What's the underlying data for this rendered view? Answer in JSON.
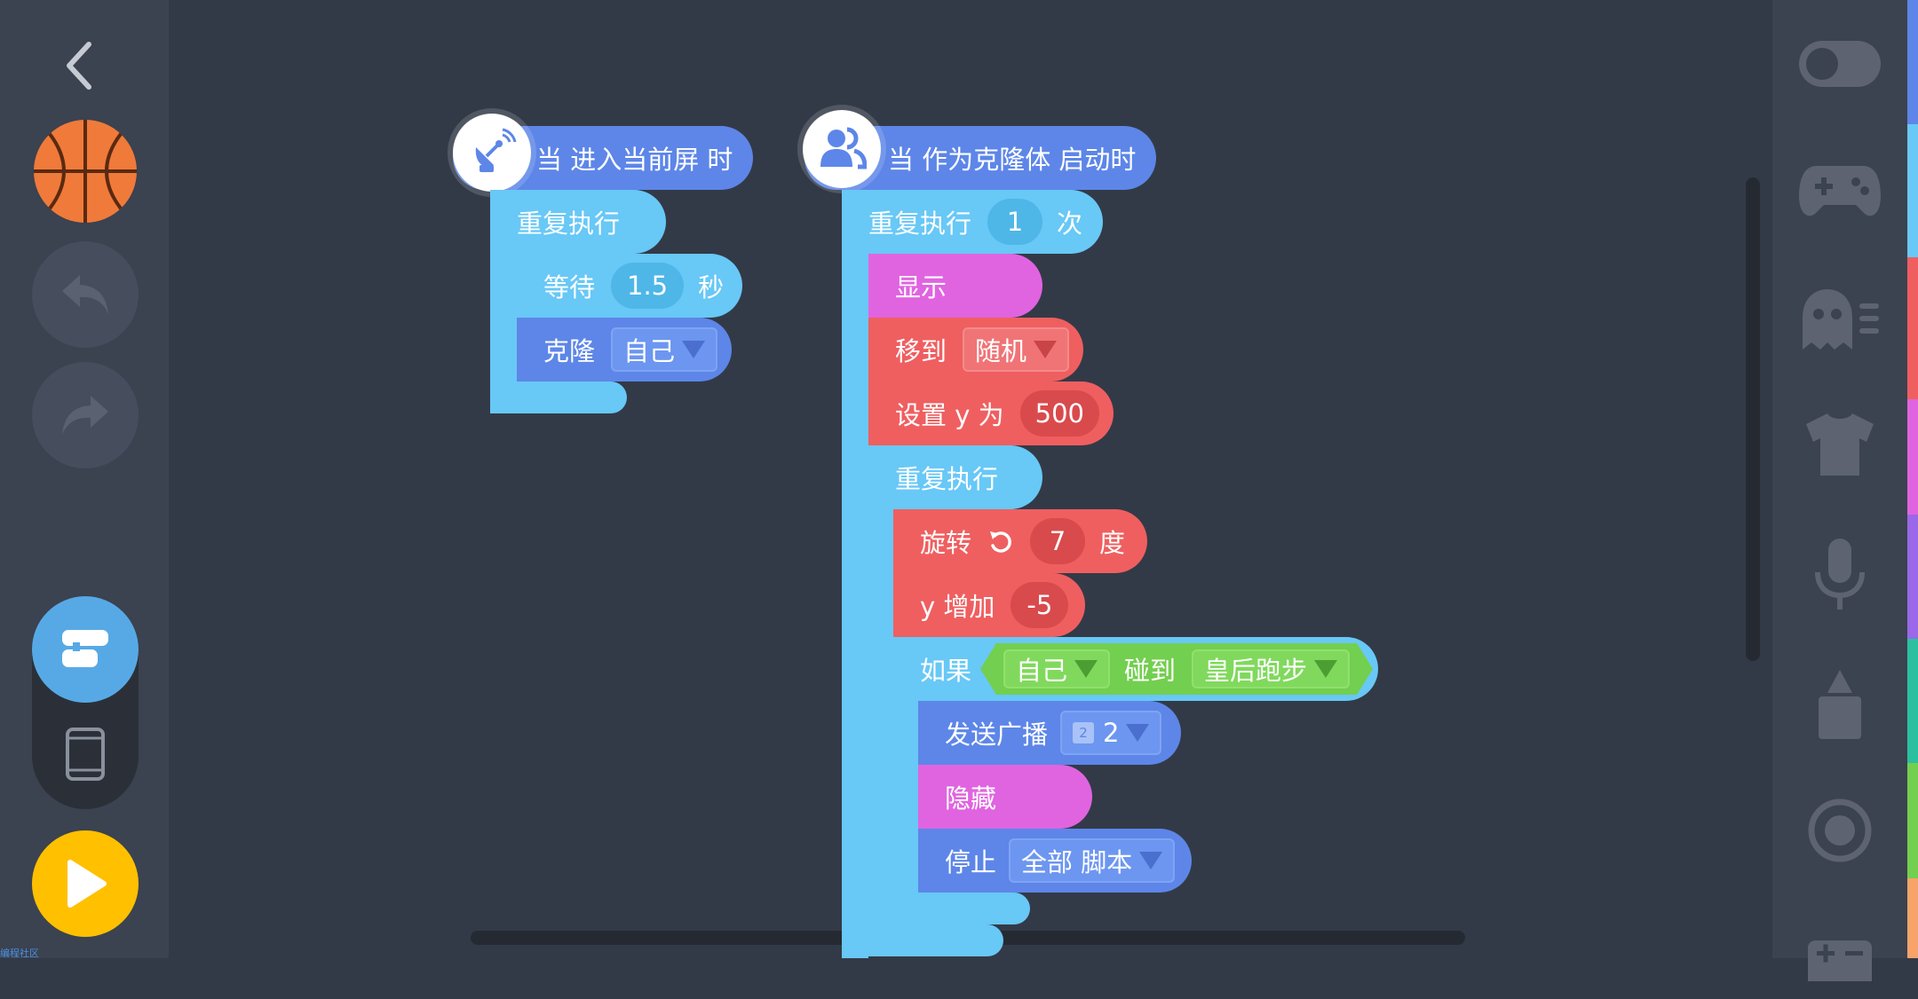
{
  "watermark": "编程社区",
  "colors": {
    "control": "#68c8f6",
    "control_pill": "#4fb6e8",
    "event": "#5d86e8",
    "event_dd": "#6c96f0",
    "looks": "#e064e0",
    "motion": "#ef5f60",
    "motion_pill": "#d94a4c",
    "sense": "#73cf4f",
    "play": "#ffc000",
    "brick_mode": "#57a9e6"
  },
  "stack1": {
    "hat": {
      "label": "当 进入当前屏 时",
      "icon": "satellite-icon"
    },
    "repeat_forever": "重复执行",
    "wait": {
      "label": "等待",
      "value": "1.5",
      "unit": "秒"
    },
    "clone": {
      "label": "克隆",
      "target": "自己"
    }
  },
  "stack2": {
    "hat": {
      "label": "当 作为克隆体 启动时",
      "icon": "clone-users-icon"
    },
    "repeat_n": {
      "label": "重复执行",
      "count": "1",
      "unit": "次"
    },
    "show": "显示",
    "goto": {
      "label": "移到",
      "target": "随机"
    },
    "set_y": {
      "label": "设置 y 为",
      "value": "500"
    },
    "repeat_forever": "重复执行",
    "turn": {
      "label": "旋转",
      "value": "7",
      "unit": "度"
    },
    "change_y": {
      "label": "y 增加",
      "value": "-5"
    },
    "if": {
      "label": "如果",
      "sensor": {
        "target": "自己",
        "verb": "碰到",
        "object": "皇后跑步"
      }
    },
    "broadcast": {
      "label": "发送广播",
      "message": "2",
      "badge": "2"
    },
    "hide": "隐藏",
    "stop": {
      "label": "停止",
      "option": "全部 脚本"
    }
  }
}
